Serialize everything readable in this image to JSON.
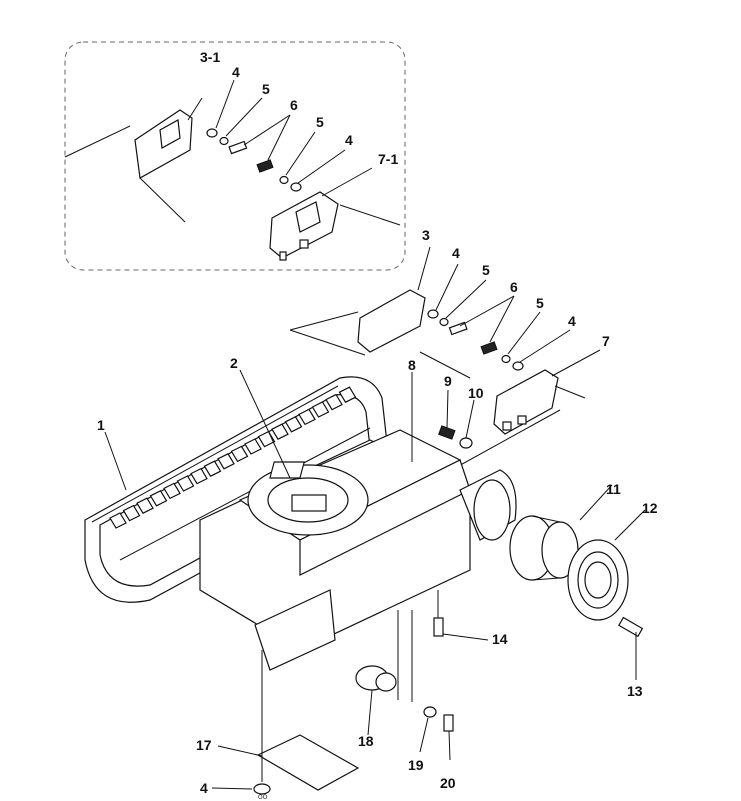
{
  "callouts": {
    "c3_1": "3-1",
    "c4_top": "4",
    "c5_top": "5",
    "c6_top": "6",
    "c5_top_b": "5",
    "c4_top_b": "4",
    "c7_1": "7-1",
    "c3": "3",
    "c4": "4",
    "c5": "5",
    "c6": "6",
    "c5_b": "5",
    "c4_b": "4",
    "c7": "7",
    "c2": "2",
    "c8": "8",
    "c9": "9",
    "c10": "10",
    "c1": "1",
    "c11": "11",
    "c12": "12",
    "c14": "14",
    "c13": "13",
    "c18": "18",
    "c17": "17",
    "c19": "19",
    "c20": "20",
    "c4_bottom": "4"
  },
  "washer_mark": "OO"
}
